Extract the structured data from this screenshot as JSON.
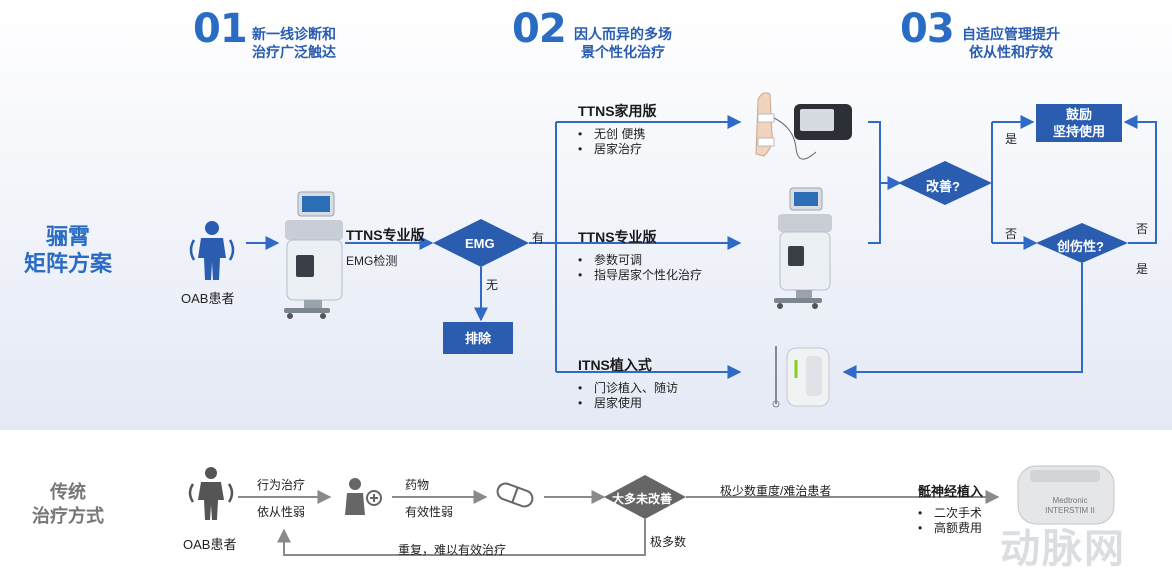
{
  "steps": [
    {
      "num": "01",
      "line1": "新一线诊断和",
      "line2": "治疗广泛触达"
    },
    {
      "num": "02",
      "line1": "因人而异的多场",
      "line2": "景个性化治疗"
    },
    {
      "num": "03",
      "line1": "自适应管理提升",
      "line2": "依从性和疗效"
    }
  ],
  "matrix": {
    "title_line1": "骊霄",
    "title_line2": "矩阵方案",
    "patient_label": "OAB患者",
    "pro_device_title": "TTNS专业版",
    "emg_test_label": "EMG检测",
    "emg_node": "EMG",
    "yes_label": "有",
    "no_label": "无",
    "exclude_box": "排除",
    "branches": [
      {
        "title": "TTNS家用版",
        "bullets": [
          "无创 便携",
          "居家治疗"
        ]
      },
      {
        "title": "TTNS专业版",
        "bullets": [
          "参数可调",
          "指导居家个性化治疗"
        ]
      },
      {
        "title": "ITNS植入式",
        "bullets": [
          "门诊植入、随访",
          "居家使用"
        ]
      }
    ],
    "improve_node": "改善?",
    "improve_yes": "是",
    "improve_no": "否",
    "encourage_line1": "鼓励",
    "encourage_line2": "坚持使用",
    "invasive_node": "创伤性?",
    "invasive_no": "否",
    "invasive_yes": "是"
  },
  "traditional": {
    "title_line1": "传统",
    "title_line2": "治疗方式",
    "patient_label": "OAB患者",
    "behavior_therapy": "行为治疗",
    "low_compliance": "依从性弱",
    "drug": "药物",
    "weak_efficacy": "有效性弱",
    "majority_node": "大多未改善",
    "few_severe": "极少数重度/难治患者",
    "very_few": "极多数",
    "repeat": "重复，难以有效治疗",
    "sacral_title": "骶神经植入",
    "sacral_bullets": [
      "二次手术",
      "高额费用"
    ],
    "implant_text": "Medtronic INTERSTIM II"
  },
  "watermark": "动脉网",
  "colors": {
    "accent": "#2a5db0",
    "arrow": "#2f6bc6",
    "gray": "#8a8a8a",
    "diamond_gray": "#666666"
  }
}
